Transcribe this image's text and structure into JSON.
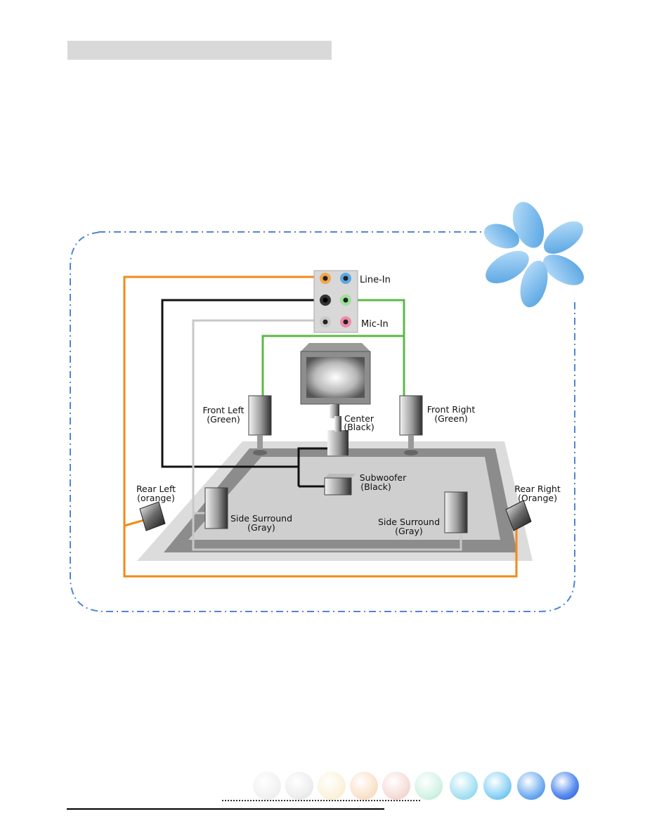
{
  "panel": {
    "jacks": {
      "line_in_label": "Line-In",
      "mic_in_label": "Mic-In"
    }
  },
  "speakers": {
    "front_left": {
      "name": "Front Left",
      "color": "(Green)"
    },
    "front_right": {
      "name": "Front Right",
      "color": "(Green)"
    },
    "center": {
      "name": "Center",
      "color": "(Black)"
    },
    "subwoofer": {
      "name": "Subwoofer",
      "color": "(Black)"
    },
    "side_surround_left": {
      "name": "Side Surround",
      "color": "(Gray)"
    },
    "side_surround_right": {
      "name": "Side Surround",
      "color": "(Gray)"
    },
    "rear_left": {
      "name": "Rear Left",
      "color": "(orange)"
    },
    "rear_right": {
      "name": "Rear Right",
      "color": "(Orange)"
    }
  },
  "colors": {
    "orange_cable": "#f28a1a",
    "green_cable": "#5cb848",
    "black_cable": "#111111",
    "gray_cable": "#c8c8c8",
    "border_dash": "#4f86d6",
    "accent_blue": "#5aa9e8"
  },
  "icons": [
    "flower-logo-icon",
    "speaker-icon",
    "monitor-icon",
    "audio-jack-icon"
  ]
}
